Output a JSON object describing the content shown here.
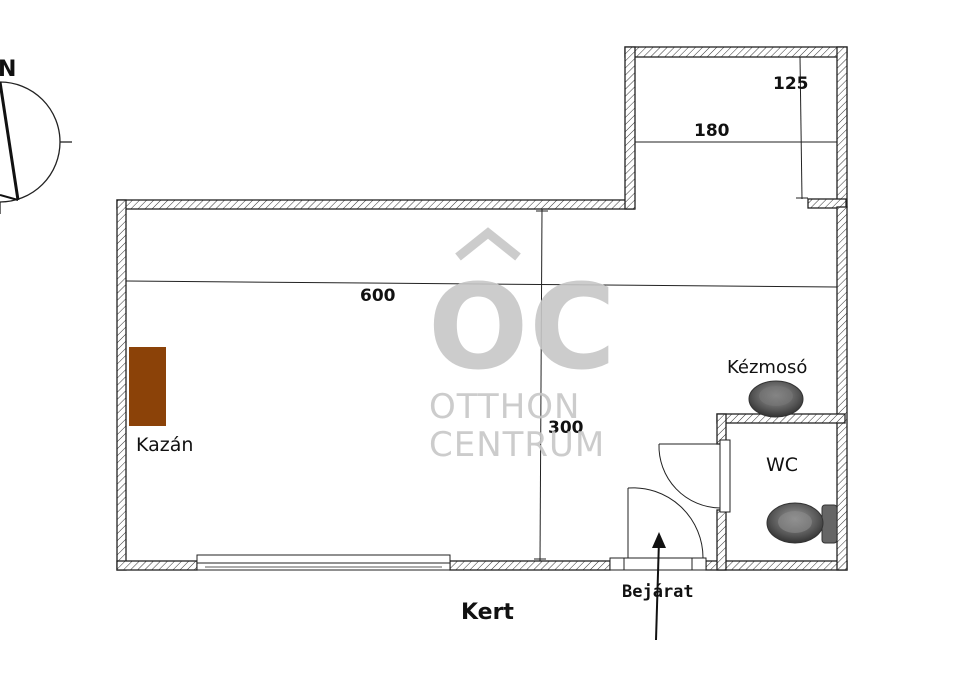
{
  "floorplan": {
    "dimensions": {
      "width_main": "600",
      "depth_main": "300",
      "annex_width": "180",
      "annex_depth": "125"
    },
    "rooms": {
      "kazan": "Kazán",
      "kezmoso": "Kézmosó",
      "wc": "WC"
    },
    "entrance": "Bejárat",
    "exterior": "Kert",
    "compass": {
      "north": "N"
    },
    "watermark": {
      "logo": "ÔC",
      "line1": "OTTHON",
      "line2": "CENTRUM"
    },
    "colors": {
      "boiler": "#8b4208",
      "watermark": "#c7c7c7",
      "wall": "#222222"
    }
  }
}
